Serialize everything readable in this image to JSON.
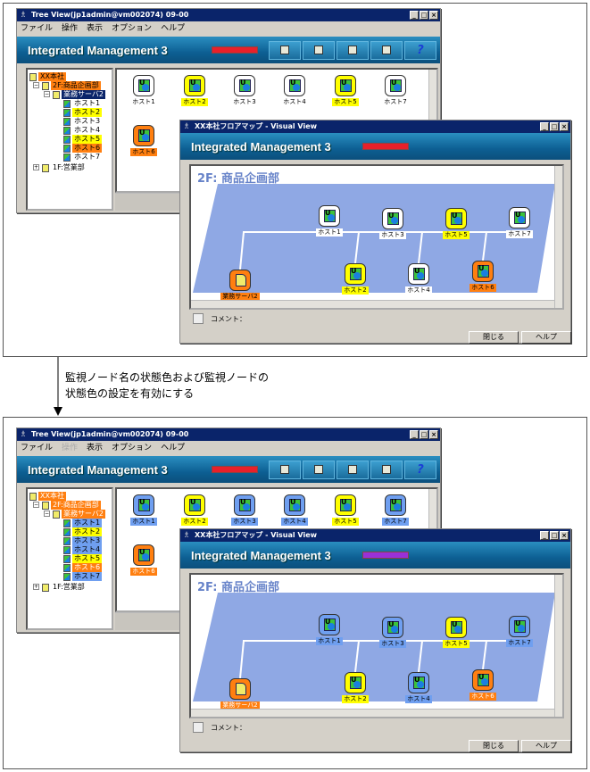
{
  "caption": {
    "line1": "監視ノード名の状態色および監視ノードの",
    "line2": "状態色の設定を有効にする"
  },
  "colors": {
    "normal_before": "#ffffff",
    "normal_after": "#6f9ff0",
    "warning": "#ffff00",
    "critical": "#ff7f10",
    "selected": "#0a246a",
    "map_floor": "#8fa8e4"
  },
  "panels": [
    {
      "tree_window": {
        "title": "Tree View(jp1admin@vm002074) 09-00",
        "menu": [
          {
            "label": "ファイル",
            "disabled": false
          },
          {
            "label": "操作",
            "disabled": false
          },
          {
            "label": "表示",
            "disabled": false
          },
          {
            "label": "オプション",
            "disabled": false
          },
          {
            "label": "ヘルプ",
            "disabled": false
          }
        ],
        "banner_title": "Integrated Management 3",
        "status_indicator_color": "#e8202a",
        "toolbar": [
          "visual-view-icon",
          "monitor-icon",
          "system-icon",
          "event-icon",
          "help-icon"
        ],
        "toolbar_help_label": "?",
        "tree": [
          {
            "label": "XX本社",
            "level": 0,
            "kind": "folder",
            "state": "critical"
          },
          {
            "label": "2F:商品企画部",
            "level": 1,
            "kind": "folder",
            "state": "critical",
            "expanded": true
          },
          {
            "label": "業務サーバ2",
            "level": 2,
            "kind": "folder",
            "state": "selected",
            "expanded": true
          },
          {
            "label": "ホスト1",
            "level": 3,
            "kind": "host",
            "state": "normal"
          },
          {
            "label": "ホスト2",
            "level": 3,
            "kind": "host",
            "state": "warning"
          },
          {
            "label": "ホスト3",
            "level": 3,
            "kind": "host",
            "state": "normal"
          },
          {
            "label": "ホスト4",
            "level": 3,
            "kind": "host",
            "state": "normal"
          },
          {
            "label": "ホスト5",
            "level": 3,
            "kind": "host",
            "state": "warning"
          },
          {
            "label": "ホスト6",
            "level": 3,
            "kind": "host",
            "state": "critical"
          },
          {
            "label": "ホスト7",
            "level": 3,
            "kind": "host",
            "state": "normal"
          },
          {
            "label": "1F:営業部",
            "level": 1,
            "kind": "folder",
            "state": "plain",
            "expanded": false
          }
        ],
        "icons": [
          {
            "label": "ホスト1",
            "state": "normal"
          },
          {
            "label": "ホスト2",
            "state": "warning"
          },
          {
            "label": "ホスト3",
            "state": "normal"
          },
          {
            "label": "ホスト4",
            "state": "normal"
          },
          {
            "label": "ホスト5",
            "state": "warning"
          },
          {
            "label": "ホスト6",
            "state": "critical"
          },
          {
            "label": "ホスト7",
            "state": "normal"
          }
        ]
      },
      "visual_view": {
        "title": "XX本社フロアマップ - Visual View",
        "banner_title": "Integrated Management 3",
        "status_indicator_color": "#e8202a",
        "map_title": "2F: 商品企画部",
        "nodes": [
          {
            "label": "ホスト1",
            "state": "normal"
          },
          {
            "label": "ホスト3",
            "state": "normal"
          },
          {
            "label": "ホスト5",
            "state": "warning"
          },
          {
            "label": "ホスト7",
            "state": "normal"
          },
          {
            "label": "業務サーバ2",
            "state": "critical",
            "kind": "server"
          },
          {
            "label": "ホスト2",
            "state": "warning"
          },
          {
            "label": "ホスト4",
            "state": "normal"
          },
          {
            "label": "ホスト6",
            "state": "critical"
          }
        ],
        "comment_label": "コメント：",
        "close_label": "閉じる",
        "help_label": "ヘルプ"
      },
      "normal_colored": false
    },
    {
      "tree_window": {
        "title": "Tree View(jp1admin@vm002074) 09-00",
        "menu": [
          {
            "label": "ファイル",
            "disabled": false
          },
          {
            "label": "操作",
            "disabled": true
          },
          {
            "label": "表示",
            "disabled": false
          },
          {
            "label": "オプション",
            "disabled": false
          },
          {
            "label": "ヘルプ",
            "disabled": false
          }
        ],
        "banner_title": "Integrated Management 3",
        "status_indicator_color": "#e8202a",
        "toolbar": [
          "visual-view-icon",
          "monitor-icon",
          "system-icon",
          "event-icon",
          "help-icon"
        ],
        "toolbar_help_label": "?",
        "tree": [
          {
            "label": "XX本社",
            "level": 0,
            "kind": "folder",
            "state": "critical"
          },
          {
            "label": "2F:商品企画部",
            "level": 1,
            "kind": "folder",
            "state": "critical",
            "expanded": true
          },
          {
            "label": "業務サーバ2",
            "level": 2,
            "kind": "folder",
            "state": "critical",
            "expanded": true
          },
          {
            "label": "ホスト1",
            "level": 3,
            "kind": "host",
            "state": "normal"
          },
          {
            "label": "ホスト2",
            "level": 3,
            "kind": "host",
            "state": "warning"
          },
          {
            "label": "ホスト3",
            "level": 3,
            "kind": "host",
            "state": "normal"
          },
          {
            "label": "ホスト4",
            "level": 3,
            "kind": "host",
            "state": "normal"
          },
          {
            "label": "ホスト5",
            "level": 3,
            "kind": "host",
            "state": "warning"
          },
          {
            "label": "ホスト6",
            "level": 3,
            "kind": "host",
            "state": "critical"
          },
          {
            "label": "ホスト7",
            "level": 3,
            "kind": "host",
            "state": "normal"
          },
          {
            "label": "1F:営業部",
            "level": 1,
            "kind": "folder",
            "state": "plain",
            "expanded": false
          }
        ],
        "icons": [
          {
            "label": "ホスト1",
            "state": "normal"
          },
          {
            "label": "ホスト2",
            "state": "warning"
          },
          {
            "label": "ホスト3",
            "state": "normal"
          },
          {
            "label": "ホスト4",
            "state": "normal"
          },
          {
            "label": "ホスト5",
            "state": "warning"
          },
          {
            "label": "ホスト6",
            "state": "critical"
          },
          {
            "label": "ホスト7",
            "state": "normal"
          }
        ]
      },
      "visual_view": {
        "title": "XX本社フロアマップ - Visual View",
        "banner_title": "Integrated Management 3",
        "status_indicator_color": "#9a30d8",
        "map_title": "2F: 商品企画部",
        "nodes": [
          {
            "label": "ホスト1",
            "state": "normal"
          },
          {
            "label": "ホスト3",
            "state": "normal"
          },
          {
            "label": "ホスト5",
            "state": "warning"
          },
          {
            "label": "ホスト7",
            "state": "normal"
          },
          {
            "label": "業務サーバ2",
            "state": "critical",
            "kind": "server"
          },
          {
            "label": "ホスト2",
            "state": "warning"
          },
          {
            "label": "ホスト4",
            "state": "normal"
          },
          {
            "label": "ホスト6",
            "state": "critical"
          }
        ],
        "comment_label": "コメント：",
        "close_label": "閉じる",
        "help_label": "ヘルプ"
      },
      "normal_colored": true
    }
  ]
}
